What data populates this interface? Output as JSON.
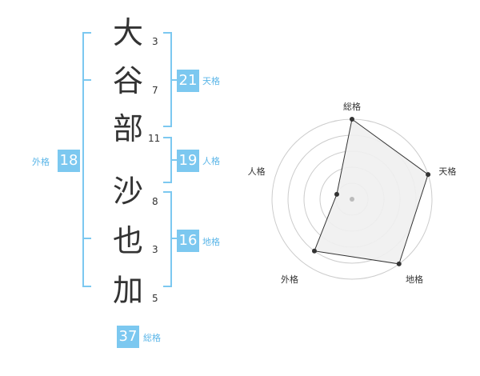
{
  "name": {
    "chars": [
      {
        "char": "大",
        "strokes": "3"
      },
      {
        "char": "谷",
        "strokes": "7"
      },
      {
        "char": "部",
        "strokes": "11"
      },
      {
        "char": "沙",
        "strokes": "8"
      },
      {
        "char": "也",
        "strokes": "3"
      },
      {
        "char": "加",
        "strokes": "5"
      }
    ]
  },
  "fortunes": {
    "tenkaku": {
      "value": "21",
      "label": "天格"
    },
    "jinkaku": {
      "value": "19",
      "label": "人格"
    },
    "chikaku": {
      "value": "16",
      "label": "地格"
    },
    "gaikaku": {
      "value": "18",
      "label": "外格"
    },
    "soukaku": {
      "value": "37",
      "label": "総格"
    }
  },
  "chart_data": {
    "type": "radar",
    "categories": [
      "総格",
      "天格",
      "地格",
      "外格",
      "人格"
    ],
    "values": [
      5,
      5,
      5,
      4,
      1
    ],
    "rmax": 5,
    "rings": 5,
    "colors": {
      "grid": "#cccccc",
      "fill": "#f0f0f0",
      "line": "#333333",
      "center": "#bbbbbb"
    }
  },
  "colors": {
    "bracket": "#7cc8f0",
    "badge": "#7cc8f0",
    "label": "#5bb6e8"
  }
}
